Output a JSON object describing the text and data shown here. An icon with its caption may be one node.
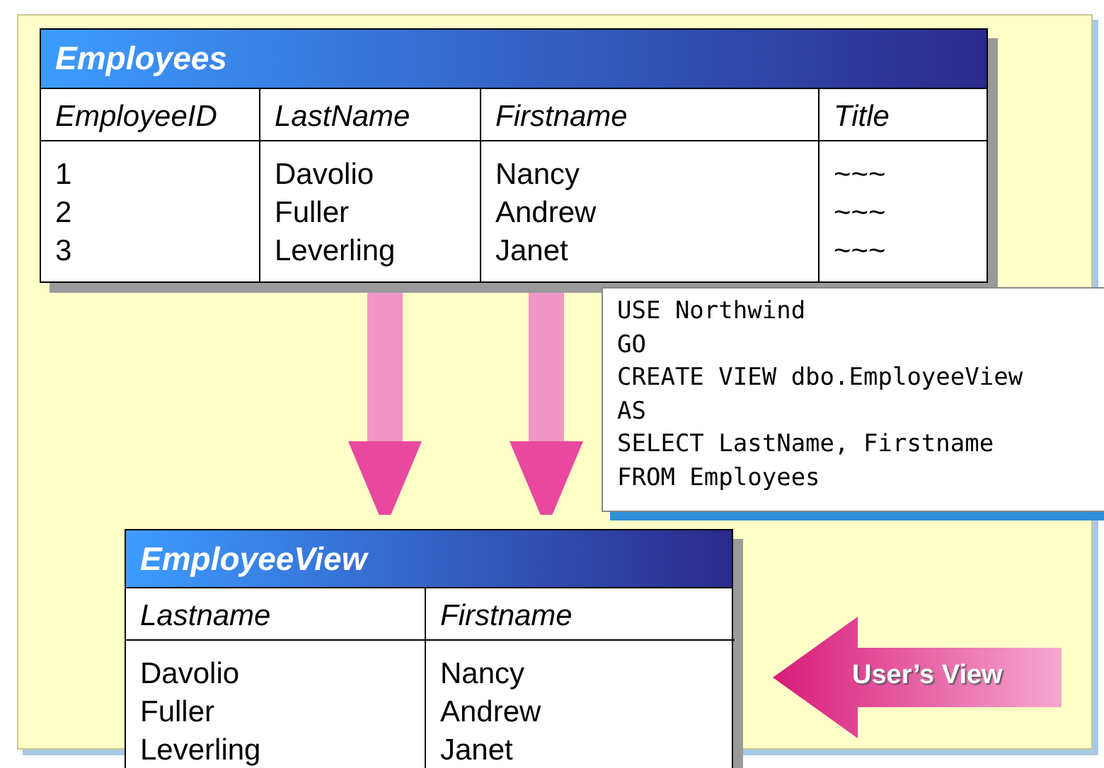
{
  "diagram": {
    "nodes": [
      {
        "text": [
          "Employees"
        ]
      },
      {
        "text": [
          "EmployeeView"
        ]
      },
      {
        "text": [
          "USE Northwind",
          "GO",
          "CREATE VIEW dbo.EmployeeView",
          "AS",
          "SELECT LastName, Firstname",
          "FROM Employees"
        ]
      },
      {
        "text": [
          "User’s View"
        ]
      }
    ],
    "edges": [
      {
        "from": 0,
        "to": 1,
        "arrow": "to"
      },
      {
        "from": 0,
        "to": 1,
        "arrow": "to"
      }
    ],
    "labels": [
      "EmployeeID",
      "LastName",
      "Firstname",
      "Title",
      "1",
      "Davolio",
      "Nancy",
      "~~~",
      "2",
      "Fuller",
      "Andrew",
      "~~~",
      "3",
      "Leverling",
      "Janet",
      "~~~",
      "Lastname",
      "Firstname",
      "Davolio",
      "Nancy",
      "Fuller",
      "Andrew",
      "Leverling",
      "Janet"
    ]
  }
}
